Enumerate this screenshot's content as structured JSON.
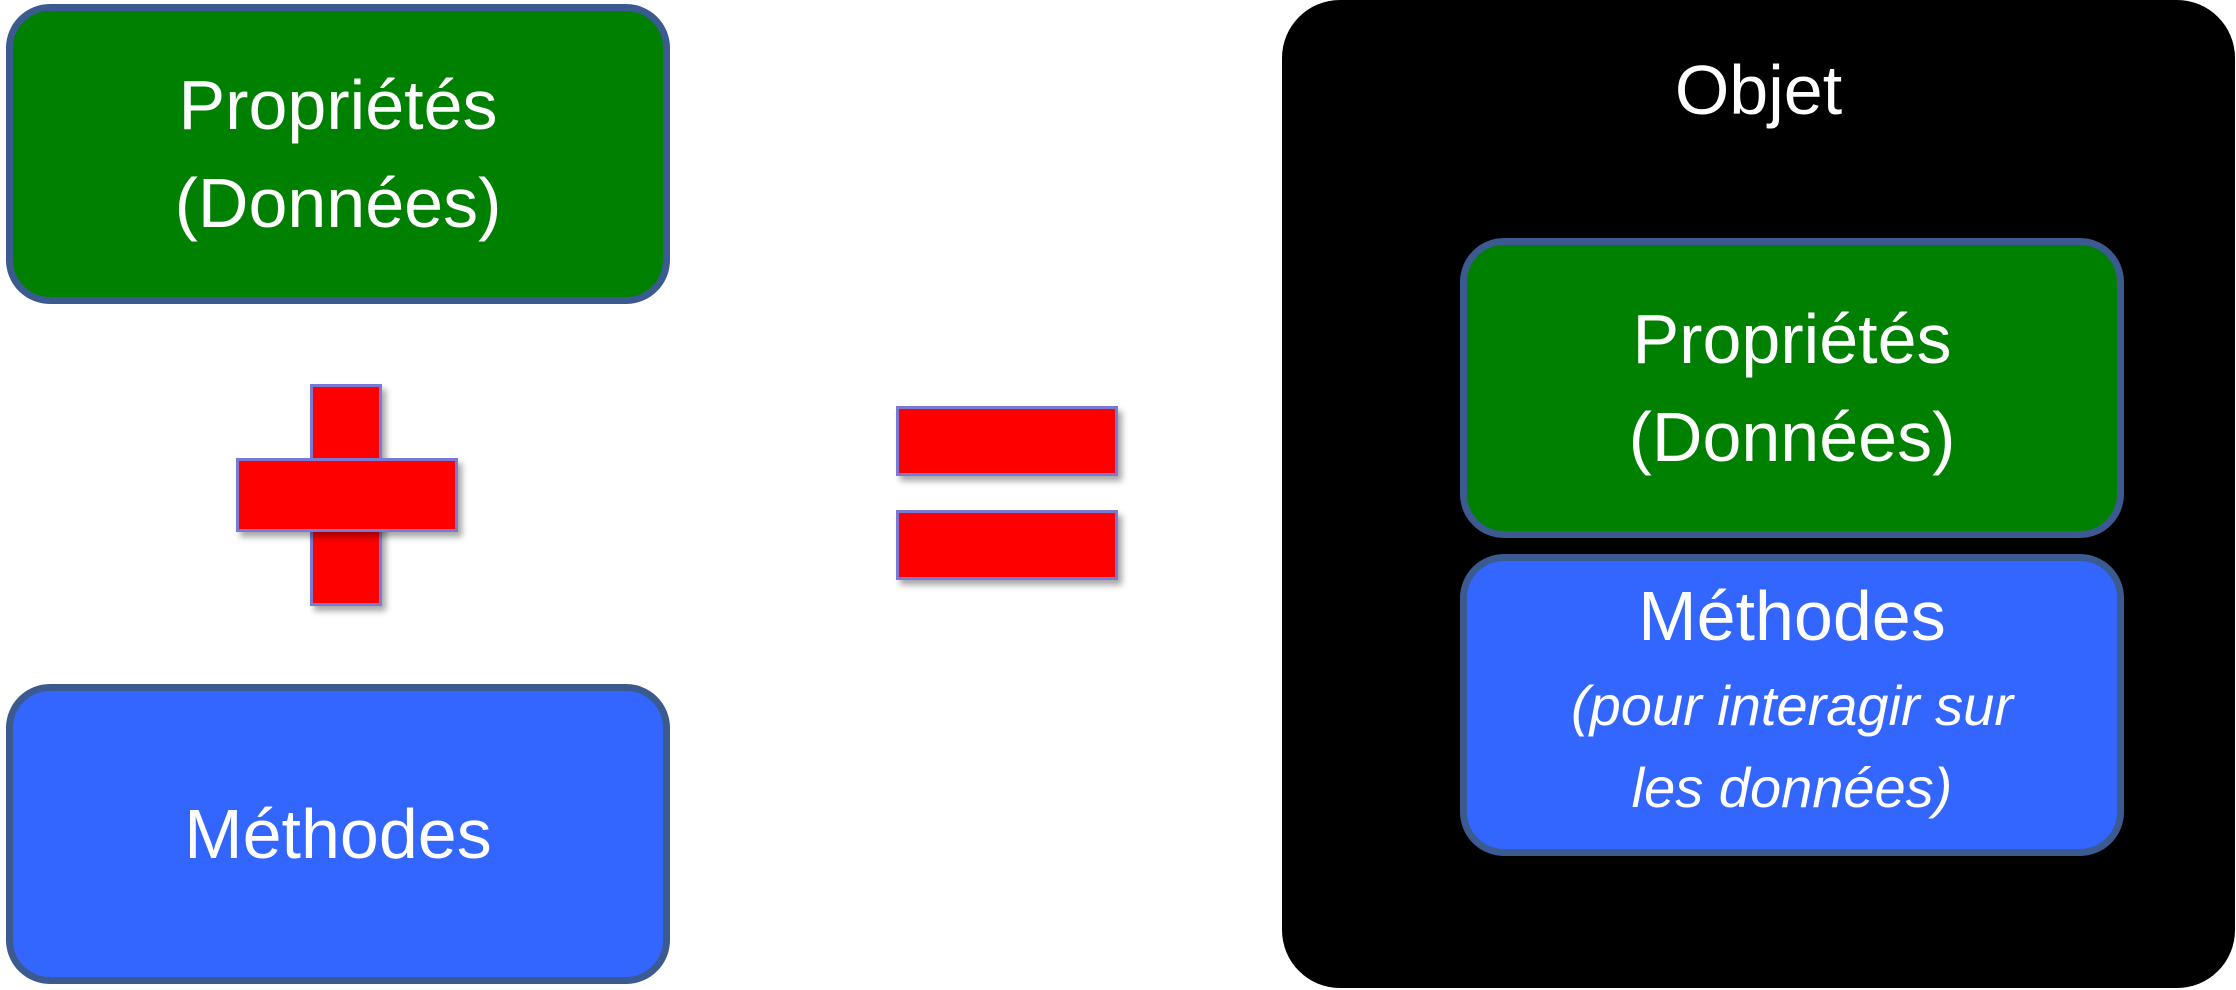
{
  "left": {
    "properties": {
      "line1": "Propriétés",
      "line2": "(Données)"
    },
    "methods": {
      "label": "Méthodes"
    }
  },
  "operators": {
    "plus": "+",
    "equals": "="
  },
  "object": {
    "title": "Objet",
    "properties": {
      "line1": "Propriétés",
      "line2": "(Données)"
    },
    "methods": {
      "label": "Méthodes",
      "desc_line1": "(pour interagir sur",
      "desc_line2": "les données)"
    }
  },
  "colors": {
    "properties_fill": "#008000",
    "methods_fill": "#3366ff",
    "operator_fill": "#ff0000",
    "object_fill": "#000000",
    "box_border": "#3b5a8f"
  }
}
